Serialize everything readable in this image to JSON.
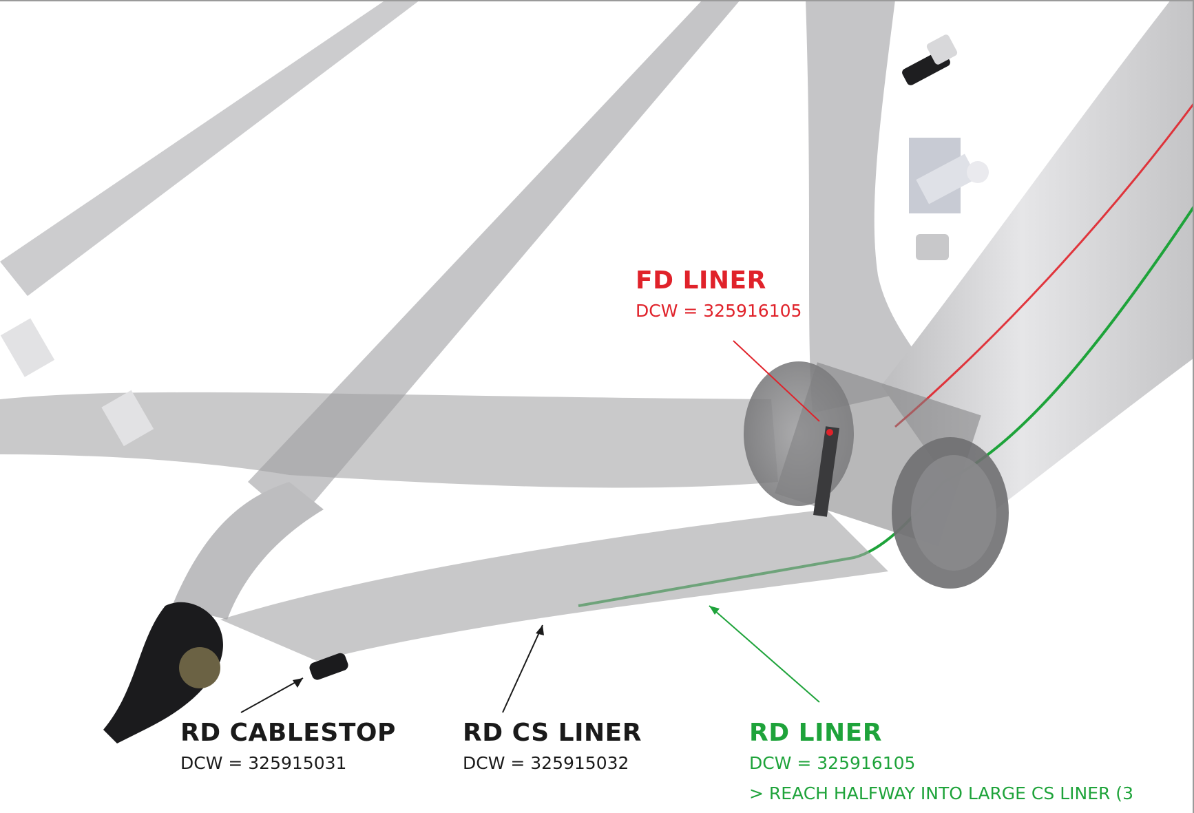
{
  "colors": {
    "fd": "#e0222a",
    "rd": "#1ea33a",
    "text": "#1a1a1a",
    "frame": "#b9b9bc"
  },
  "callouts": {
    "fd_liner": {
      "title": "FD LINER",
      "code": "DCW = 325916105"
    },
    "rd_cablestop": {
      "title": "RD CABLESTOP",
      "code": "DCW = 325915031"
    },
    "rd_cs_liner": {
      "title": "RD CS LINER",
      "code": "DCW = 325915032"
    },
    "rd_liner": {
      "title": "RD LINER",
      "code": "DCW = 325916105",
      "note": "> REACH HALFWAY INTO LARGE CS LINER (3"
    }
  }
}
